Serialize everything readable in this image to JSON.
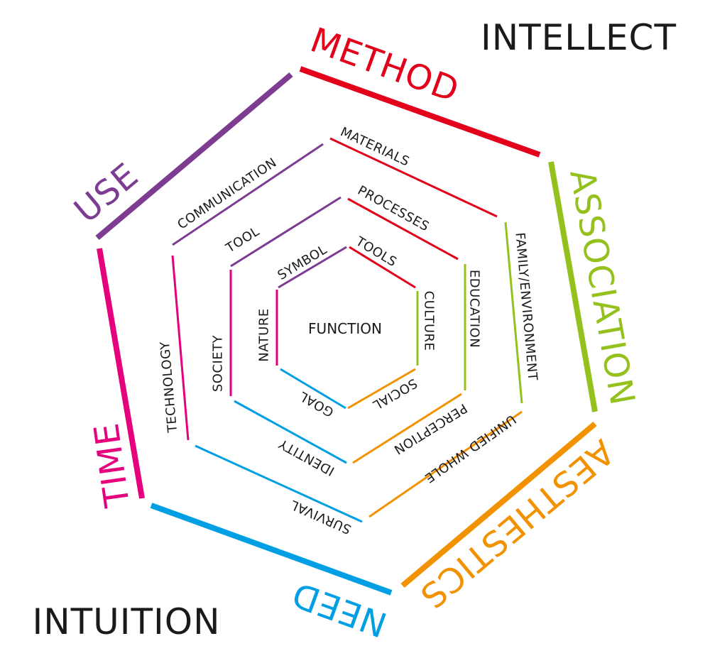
{
  "colors": {
    "red": "#e2001a",
    "green": "#95c11f",
    "orange": "#f39200",
    "blue": "#009fe3",
    "magenta": "#e5007d",
    "purple": "#7d3c92",
    "text": "#1a1a1a"
  },
  "corners": {
    "top_right": "INTELLECT",
    "bottom_left": "INTUITION"
  },
  "outer": [
    "METHOD",
    "ASSOCIATION",
    "AESTHESTICS",
    "NEED",
    "TIME",
    "USE"
  ],
  "ring2": [
    "MATERIALS",
    "FAMILY/ENVIRONMENT",
    "UNIFIED WHOLE",
    "SURVIVAL",
    "TECHNOLOGY",
    "COMMUNICATION"
  ],
  "ring3": [
    "PROCESSES",
    "EDUCATION",
    "PERCEPTION",
    "IDENTITY",
    "SOCIETY",
    "TOOL"
  ],
  "ring4": [
    "TOOLS",
    "CULTURE",
    "SOCIAL",
    "GOAL",
    "NATURE",
    "SYMBOL"
  ],
  "center": "FUNCTION"
}
